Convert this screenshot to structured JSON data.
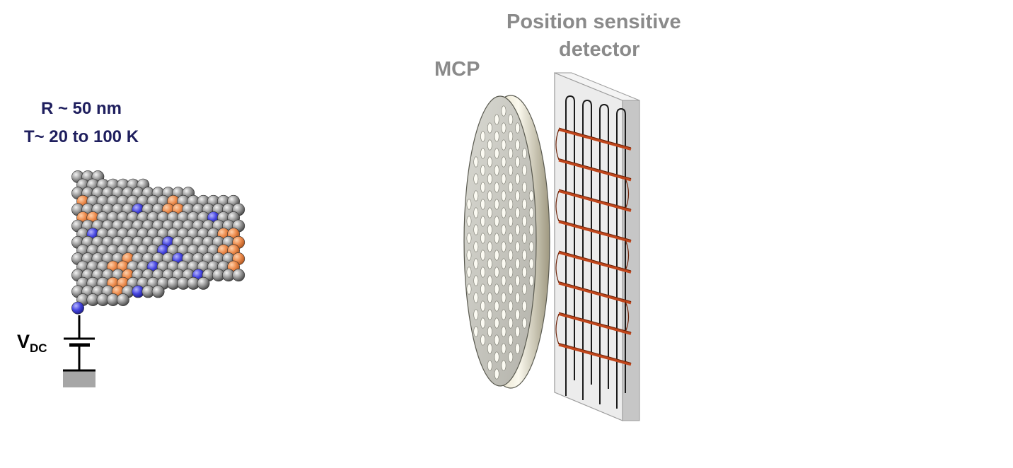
{
  "labels": {
    "radius": "R ~ 50 nm",
    "temperature": "T~ 20 to 100 K",
    "voltage_main": "V",
    "voltage_sub": "DC",
    "mcp": "MCP",
    "detector_line1": "Position sensitive",
    "detector_line2": "detector"
  },
  "colors": {
    "title_text": "#1f1f5e",
    "label_gray": "#8a8a8a",
    "atom_matrix": "#8c8c8c",
    "atom_solute_a": "#e8884a",
    "atom_solute_b": "#3b3bd6",
    "delay_line_wire": "#c0461c"
  }
}
